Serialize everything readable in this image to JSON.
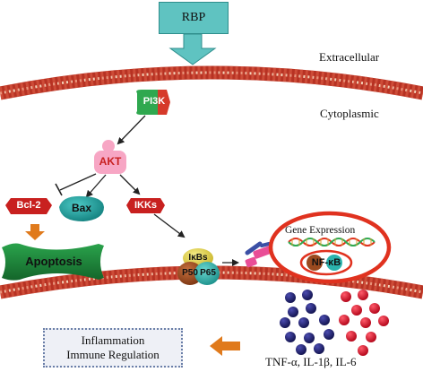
{
  "nodes": {
    "rbp": "RBP",
    "pi3k": "PI3K",
    "akt": "AKT",
    "bcl2": "Bcl-2",
    "bax": "Bax",
    "ikks": "IKKs",
    "apoptosis": "Apoptosis",
    "ikbs": "IκBs",
    "p50": "P50",
    "p65": "P65",
    "nfkb": "NF-κB"
  },
  "labels": {
    "extracellular": "Extracellular",
    "cytoplasmic": "Cytoplasmic",
    "gene_expression": "Gene Expression",
    "inflammation": "Inflammation",
    "immune_regulation": "Immune Regulation",
    "cytokines": "TNF-α, IL-1β, IL-6"
  },
  "colors": {
    "rbp_box": "#5fc3c1",
    "membrane": "#c0392b",
    "pi3k_green": "#2fa84f",
    "pi3k_red": "#d63a2a",
    "akt_pink": "#f7a6c4",
    "bcl2_red": "#c8201f",
    "bax_teal": "#1aa5a3",
    "ikks_red": "#c8201f",
    "apoptosis_green": "#1f8a3c",
    "ikbs_yellow": "#e3d23a",
    "p50_brown": "#9a4a1f",
    "p65_teal": "#2bb3ad",
    "nucleus_red": "#e0321f",
    "cytokine_navy": "#23246e",
    "cytokine_red": "#e0182d",
    "arrow_orange": "#e07a1c"
  },
  "icons": [
    "membrane-bilayer",
    "dna-helix",
    "receptor-icon",
    "cytokine-cluster"
  ]
}
